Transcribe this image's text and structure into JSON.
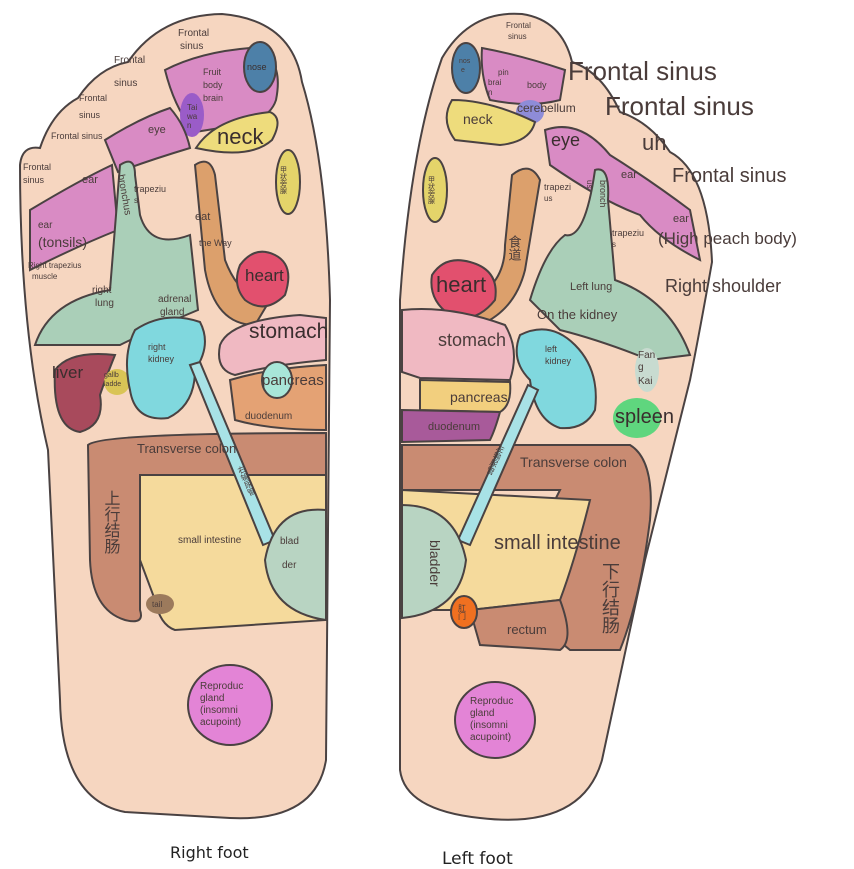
{
  "colors": {
    "skin": "#f6d6c0",
    "outline": "#4a4242",
    "pink_zone": "#d98bc4",
    "lung": "#aacfb8",
    "kidney": "#80d8de",
    "heart": "#e2506e",
    "neck": "#eedc7c",
    "esophagus": "#dca06c",
    "stomach": "#f0b9c2",
    "colon": "#c98b72",
    "small_intestine": "#f5da9c",
    "liver": "#a84a5c",
    "bladder": "#b8d4c2",
    "reproductive_gland": "#e384d6",
    "spleen": "#5fd67e",
    "nose": "#4d80a8"
  },
  "right_foot": {
    "caption": "Right foot",
    "labels": [
      "Frontal",
      "sinus",
      "Frontal",
      "sinus",
      "Frontal",
      "sinus",
      "Frontal sinus",
      "Frontal",
      "sinus",
      "Fruit",
      "body",
      "brain",
      "nose",
      "Tai",
      "wa",
      "n",
      "eye",
      "neck",
      "ear",
      "bronchus",
      "trapeziu",
      "s",
      "eat",
      "the Way",
      "甲状旁腺",
      "ear",
      "(tonsils)",
      "Right trapezius",
      "muscle",
      "heart",
      "right",
      "lung",
      "adrenal",
      "gland",
      "stomach",
      "liver",
      "gallb",
      "ladde",
      "right",
      "kidney",
      "pancreas",
      "duodenum",
      "Transverse colon",
      "右输尿管",
      "上行结肠",
      "small intestine",
      "blad",
      "der",
      "tail",
      "Reproduc",
      "gland",
      "(insomni",
      "acupoint)"
    ]
  },
  "left_foot": {
    "caption": "Left foot",
    "labels": [
      "Frontal",
      "sinus",
      "nos",
      "e",
      "pin",
      "brai",
      "n",
      "body",
      "neck",
      "cerebellum",
      "Frontal sinus",
      "Frontal sinus",
      "eye",
      "uh",
      "ear",
      "Frontal sinus",
      "甲状旁腺",
      "trapezi",
      "us",
      "bronch",
      "us",
      "ear",
      "(High peach body)",
      "trapeziu",
      "s",
      "食道",
      "heart",
      "Left lung",
      "Right shoulder",
      "On the kidney",
      "stomach",
      "left",
      "kidney",
      "Fan",
      "g",
      "Kai",
      "pancreas",
      "duodenum",
      "spleen",
      "Transverse colon",
      "左输尿管",
      "small intestine",
      "下行结肠",
      "bladder",
      "肛门",
      "rectum",
      "Reproduc",
      "gland",
      "(insomni",
      "acupoint)"
    ]
  }
}
